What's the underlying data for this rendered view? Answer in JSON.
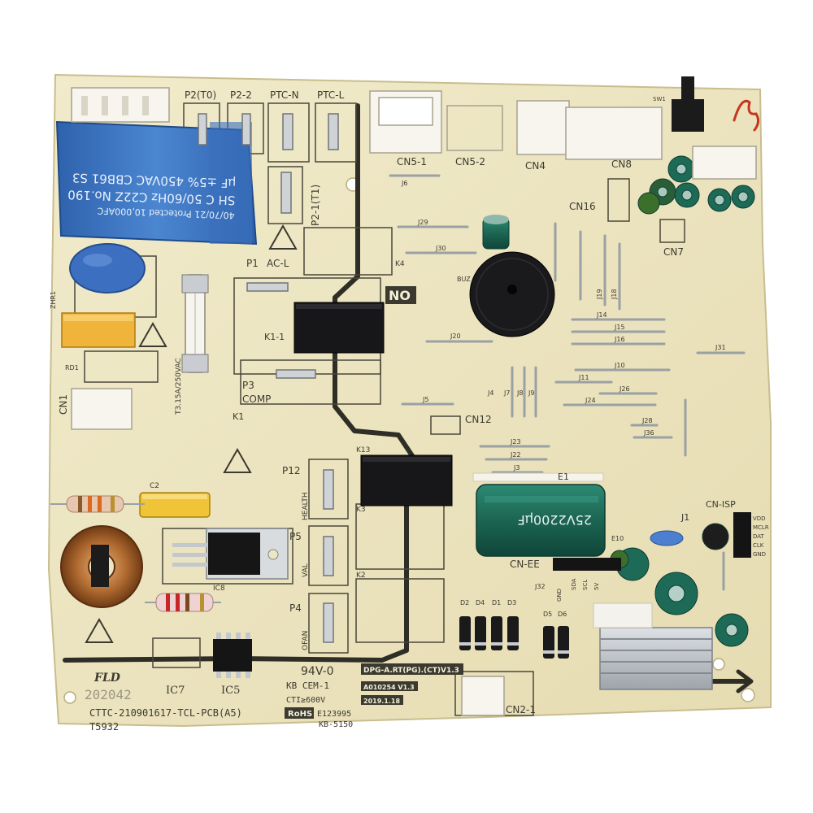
{
  "board": {
    "connectors": {
      "p2_t0": "P2(T0)",
      "p2_2": "P2-2",
      "ptc_n": "PTC-N",
      "ptc_l": "PTC-L",
      "cn5_1": "CN5-1",
      "cn5_2": "CN5-2",
      "cn4": "CN4",
      "cn8": "CN8",
      "cn16": "CN16",
      "cn7": "CN7",
      "cn1": "CN1",
      "cn12": "CN12",
      "cn_isp": "CN-ISP",
      "cn_ee": "CN-EE",
      "cn2_1": "CN2-1",
      "p2_1_t1": "P2-1(T1)",
      "p1": "P1",
      "ac_l": "AC-L",
      "p3": "P3",
      "comp": "COMP",
      "p12": "P12",
      "health": "HEALTH",
      "p5": "P5",
      "val": "VAL",
      "p4": "P4",
      "ofan": "OFAN",
      "no": "NO"
    },
    "components": {
      "k1_1": "K1-1",
      "k1": "K1",
      "k13": "K13",
      "k3": "K3",
      "k2": "K2",
      "k4": "K4",
      "buz": "BUZ",
      "zhr1": "ZHR1",
      "rd1": "RD1",
      "c2": "C2",
      "ic7": "IC7",
      "ic5": "IC5",
      "ic8": "IC8",
      "e1": "E1",
      "e10": "E10",
      "j1": "J1",
      "sw1": "SW1",
      "fuse_rating": "T3.15A/250VAC"
    },
    "jumpers": [
      "J6",
      "J29",
      "J30",
      "J20",
      "J14",
      "J15",
      "J16",
      "J10",
      "J11",
      "J26",
      "J24",
      "J5",
      "J4",
      "J7",
      "J8",
      "J9",
      "J23",
      "J22",
      "J3",
      "J28",
      "J36",
      "J31",
      "J32",
      "J18",
      "J19"
    ],
    "diodes": [
      "D2",
      "D4",
      "D1",
      "D3",
      "D5",
      "D6"
    ],
    "capacitor_blue": {
      "line1": "SH C 50/60Hz C22Z No.190",
      "line2": "μF ±5% 450VAC CBB61 S3",
      "line3": "40/70/21 Protected 10,000AFC"
    },
    "capacitor_e1": "25V2200μF",
    "isp_pins": [
      "VDD",
      "MCLR",
      "DAT",
      "CLK",
      "GND"
    ],
    "ee_pins": [
      "GND",
      "SDA",
      "SCL",
      "5V"
    ],
    "markings": {
      "brand": "FLD",
      "date_code": "202042",
      "part_number": "CTTC-210901617-TCL-PCB(A5)",
      "model": "T5932",
      "flammability": "94V-0",
      "kb": "KB CEM-1",
      "cti": "CTI≥600V",
      "rohs": "RoHS",
      "ul_number": "E123995",
      "kb_number": "KB-5150",
      "board_id": "DPG-A.RT(PG).(CT)V1.3",
      "revision": "A010254 V1.3",
      "build_date": "2019.1.18"
    }
  },
  "colors": {
    "board": "#ede6c2",
    "copper_trace": "#2e2e26",
    "capacitor_blue": "#3f79c6",
    "relay": "#17171a",
    "connector_white": "#f7f5ee",
    "electrolytic": "#1e6d5a",
    "heatsink": "#c3c8cd",
    "resistor": "#e8c7b0",
    "inductor": "#b06a34"
  }
}
